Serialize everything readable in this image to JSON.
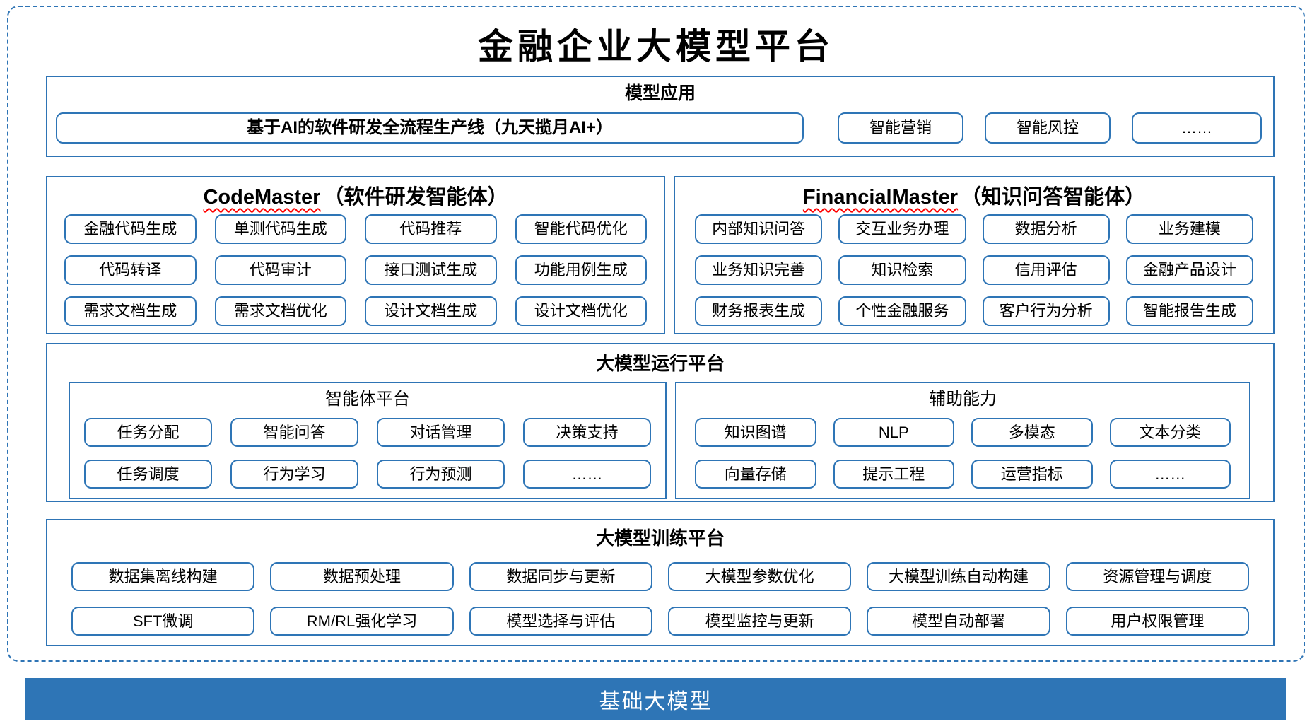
{
  "title": "金融企业大模型平台",
  "colors": {
    "frame": "#2E74B5",
    "section_border": "#2E74B5",
    "chip_border": "#2E75B6",
    "bar_bg": "#2E75B6",
    "bar_text": "#FFFFFF",
    "squiggle": "#FF0000"
  },
  "model_app": {
    "header": "模型应用",
    "pipeline": "基于AI的软件研发全流程生产线（九天揽月AI+）",
    "chips": [
      "智能营销",
      "智能风控",
      "……"
    ]
  },
  "codemaster": {
    "name_en": "CodeMaster",
    "name_zh": "（软件研发智能体）",
    "items": [
      "金融代码生成",
      "单测代码生成",
      "代码推荐",
      "智能代码优化",
      "代码转译",
      "代码审计",
      "接口测试生成",
      "功能用例生成",
      "需求文档生成",
      "需求文档优化",
      "设计文档生成",
      "设计文档优化"
    ]
  },
  "financialmaster": {
    "name_en": "FinancialMaster",
    "name_zh": "（知识问答智能体）",
    "items": [
      "内部知识问答",
      "交互业务办理",
      "数据分析",
      "业务建模",
      "业务知识完善",
      "知识检索",
      "信用评估",
      "金融产品设计",
      "财务报表生成",
      "个性金融服务",
      "客户行为分析",
      "智能报告生成"
    ]
  },
  "runtime": {
    "header": "大模型运行平台",
    "agent_platform": {
      "header": "智能体平台",
      "items": [
        "任务分配",
        "智能问答",
        "对话管理",
        "决策支持",
        "任务调度",
        "行为学习",
        "行为预测",
        "……"
      ]
    },
    "aux_capability": {
      "header": "辅助能力",
      "items": [
        "知识图谱",
        "NLP",
        "多模态",
        "文本分类",
        "向量存储",
        "提示工程",
        "运营指标",
        "……"
      ]
    }
  },
  "training": {
    "header": "大模型训练平台",
    "items": [
      "数据集离线构建",
      "数据预处理",
      "数据同步与更新",
      "大模型参数优化",
      "大模型训练自动构建",
      "资源管理与调度",
      "SFT微调",
      "RM/RL强化学习",
      "模型选择与评估",
      "模型监控与更新",
      "模型自动部署",
      "用户权限管理"
    ]
  },
  "foundation": {
    "label": "基础大模型"
  }
}
